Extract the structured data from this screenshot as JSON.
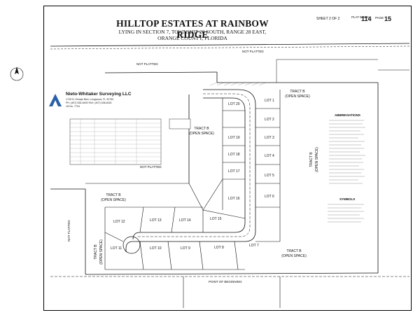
{
  "title": "HILLTOP ESTATES AT RAINBOW RIDGE",
  "subtitle_lines": [
    "LYING IN SECTION 7, TOWNSHIP 20 SOUTH, RANGE 28 EAST,",
    "ORANGE COUNTY, FLORIDA"
  ],
  "sheet": {
    "sheet_label": "SHEET 2 OF 2",
    "plat_book_label": "PLAT BOOK",
    "plat_book_number": "114",
    "page_label": "PAGE",
    "page_number": "15"
  },
  "surveyor": {
    "name": "Nieto-Whitaker Surveying LLC",
    "address": "1728 N. Kimaje Blvd, Longwood, FL 32750",
    "phone": "PH: (407) 636-8400  FAX: (407) 636-8401",
    "license": "LB No. 7704"
  },
  "lots": [
    {
      "id": "lot-1",
      "label": "LOT 1"
    },
    {
      "id": "lot-2",
      "label": "LOT 2"
    },
    {
      "id": "lot-3",
      "label": "LOT 3"
    },
    {
      "id": "lot-4",
      "label": "LOT 4"
    },
    {
      "id": "lot-5",
      "label": "LOT 5"
    },
    {
      "id": "lot-6",
      "label": "LOT 6"
    },
    {
      "id": "lot-7",
      "label": "LOT 7"
    },
    {
      "id": "lot-8",
      "label": "LOT 8"
    },
    {
      "id": "lot-9",
      "label": "LOT 9"
    },
    {
      "id": "lot-10",
      "label": "LOT 10"
    },
    {
      "id": "lot-11",
      "label": "LOT 11"
    },
    {
      "id": "lot-12",
      "label": "LOT 12"
    },
    {
      "id": "lot-13",
      "label": "LOT 13"
    },
    {
      "id": "lot-14",
      "label": "LOT 14"
    },
    {
      "id": "lot-15",
      "label": "LOT 15"
    },
    {
      "id": "lot-16",
      "label": "LOT 16"
    },
    {
      "id": "lot-17",
      "label": "LOT 17"
    },
    {
      "id": "lot-18",
      "label": "LOT 18"
    },
    {
      "id": "lot-19",
      "label": "LOT 19"
    },
    {
      "id": "lot-20",
      "label": "LOT 20"
    }
  ],
  "tracts": {
    "tract_b": "TRACT B",
    "open_space": "(OPEN SPACE)"
  },
  "not_platted": "NOT PLATTED",
  "point_of_beginning": "POINT OF BEGINNING",
  "abbreviations_title": "ABBREVIATIONS",
  "symbols_title": "SYMBOLS"
}
